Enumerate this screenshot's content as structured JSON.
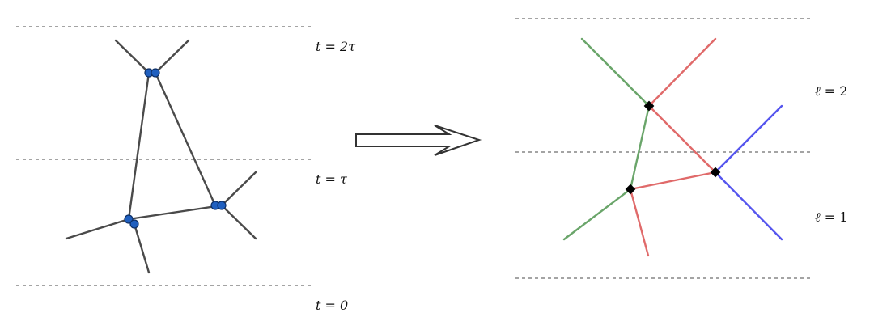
{
  "left_panel": {
    "labels": {
      "t_2tau": {
        "var": "t",
        "eq": " = ",
        "val": "2τ"
      },
      "t_tau": {
        "var": "t",
        "eq": " = ",
        "val": "τ"
      },
      "t_0": {
        "var": "t",
        "eq": " = ",
        "val": "0"
      }
    },
    "edge_color": "#4a4a4a",
    "node_color": "#1f5fbf"
  },
  "right_panel": {
    "labels": {
      "l_2": {
        "var": "ℓ",
        "eq": " = ",
        "val": "2"
      },
      "l_1": {
        "var": "ℓ",
        "eq": " = ",
        "val": "1"
      }
    },
    "edge_colors": {
      "green": "#6aa56a",
      "red": "#e06a6a",
      "blue": "#5555ee"
    },
    "node_color": "#000000"
  },
  "arrow": {
    "icon": "right-arrow-icon"
  }
}
